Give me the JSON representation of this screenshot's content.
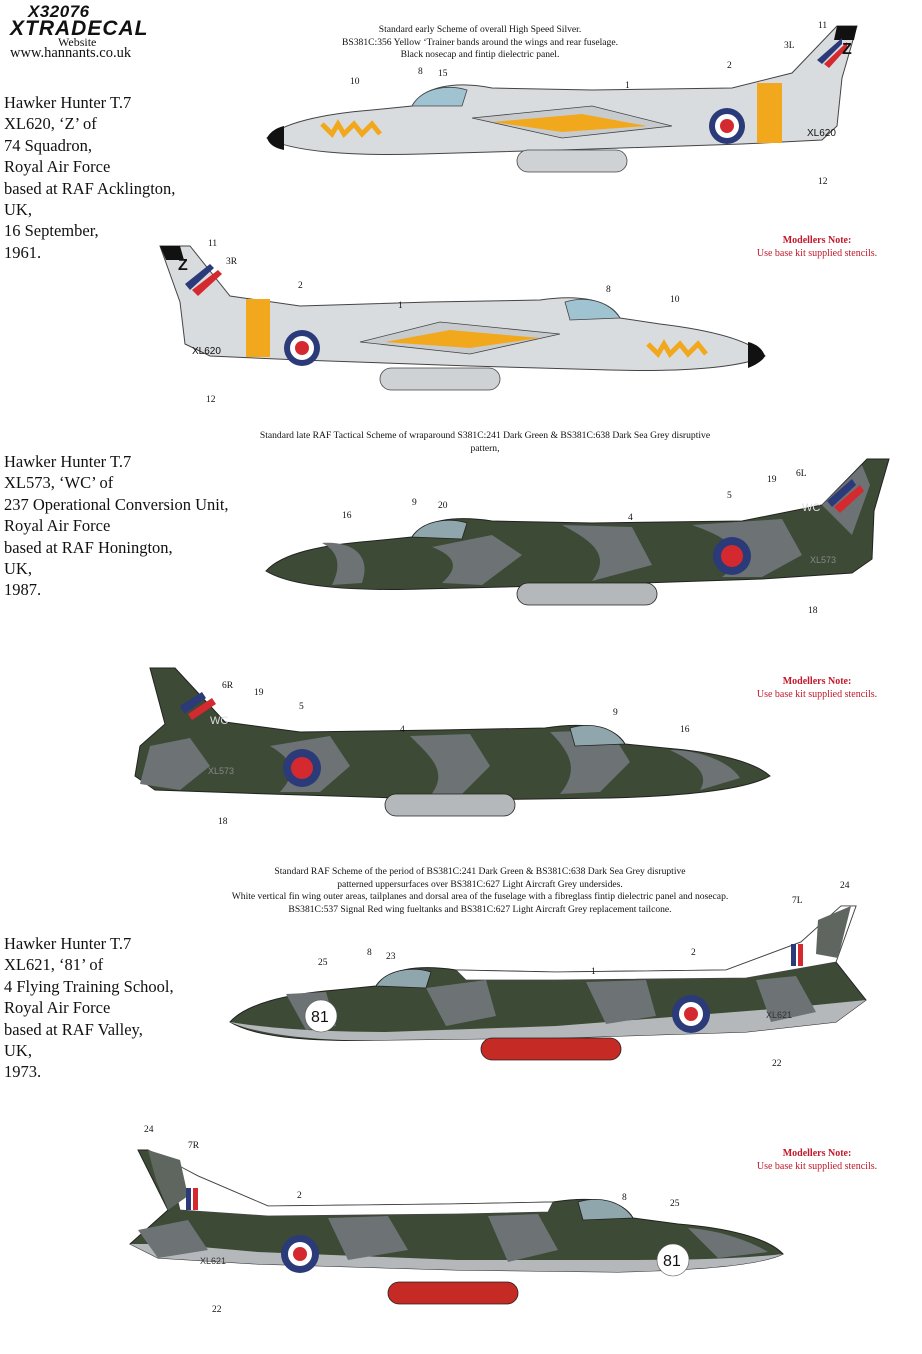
{
  "header": {
    "code": "X32076",
    "brand": "XTRADECAL",
    "website_label": "Website",
    "website_url": "www.hannants.co.uk"
  },
  "aircraft": [
    {
      "lines": [
        "Hawker Hunter T.7",
        "XL620, ‘Z’ of",
        "74 Squadron,",
        "Royal Air Force",
        "based at RAF Acklington,",
        "UK,",
        "16 September,",
        "1961."
      ],
      "scheme": [
        "Standard early Scheme of overall High Speed Silver.",
        "BS381C:356 Yellow ‘Trainer bands around the wings and rear fuselage.",
        "Black nosecap and fintip dielectric panel."
      ],
      "note": {
        "title": "Modellers Note:",
        "text": "Use base kit supplied stencils."
      },
      "profile_right": {
        "serial": "XL620",
        "code": "Z",
        "callouts": [
          "11",
          "3L",
          "10",
          "8",
          "15",
          "2",
          "1",
          "12"
        ]
      },
      "profile_left": {
        "serial": "XL620",
        "code": "Z",
        "callouts": [
          "11",
          "3R",
          "2",
          "1",
          "8",
          "10",
          "12"
        ]
      }
    },
    {
      "lines": [
        "Hawker Hunter T.7",
        "XL573, ‘WC’ of",
        "237 Operational Conversion Unit,",
        "Royal Air Force",
        "based at RAF Honington,",
        "UK,",
        "1987."
      ],
      "scheme": [
        "Standard late RAF Tactical Scheme of wraparound S381C:241 Dark Green & BS381C:638 Dark Sea Grey disruptive",
        "pattern,"
      ],
      "note": {
        "title": "Modellers Note:",
        "text": "Use base kit supplied stencils."
      },
      "profile_right": {
        "serial": "XL573",
        "code": "WC",
        "callouts": [
          "19",
          "6L",
          "16",
          "9",
          "20",
          "4",
          "5",
          "18"
        ]
      },
      "profile_left": {
        "serial": "XL573",
        "code": "WC",
        "callouts": [
          "6R",
          "19",
          "5",
          "4",
          "9",
          "16",
          "18"
        ]
      }
    },
    {
      "lines": [
        "Hawker Hunter T.7",
        "XL621, ‘81’ of",
        "4 Flying Training School,",
        "Royal Air Force",
        "based at RAF Valley,",
        "UK,",
        "1973."
      ],
      "scheme": [
        "Standard RAF Scheme of the period of BS381C:241 Dark Green & BS381C:638 Dark Sea Grey disruptive",
        "patterned uppersurfaces over BS381C:627 Light Aircraft Grey undersides.",
        "White vertical fin wing outer areas, tailplanes and dorsal area of the fuselage with a fibreglass fintip dielectric panel and nosecap.",
        "BS381C:537 Signal Red wing fueltanks and BS381C:627 Light Aircraft Grey replacement tailcone."
      ],
      "note": {
        "title": "Modellers Note:",
        "text": "Use base kit supplied stencils."
      },
      "profile_right": {
        "serial": "XL621",
        "code": "81",
        "callouts": [
          "24",
          "7L",
          "25",
          "8",
          "23",
          "1",
          "2",
          "22"
        ]
      },
      "profile_left": {
        "serial": "XL621",
        "code": "81",
        "callouts": [
          "24",
          "7R",
          "2",
          "8",
          "25",
          "22"
        ]
      }
    }
  ],
  "colors": {
    "silver": "#d9dcdf",
    "yellow": "#f2a81d",
    "dark_green": "#3d4a35",
    "dark_sea_grey": "#6d7275",
    "light_grey": "#b4b8bb",
    "roundel_blue": "#2b3a78",
    "roundel_red": "#d42a2f",
    "signal_red": "#c52a24",
    "note_red": "#c0182a"
  }
}
